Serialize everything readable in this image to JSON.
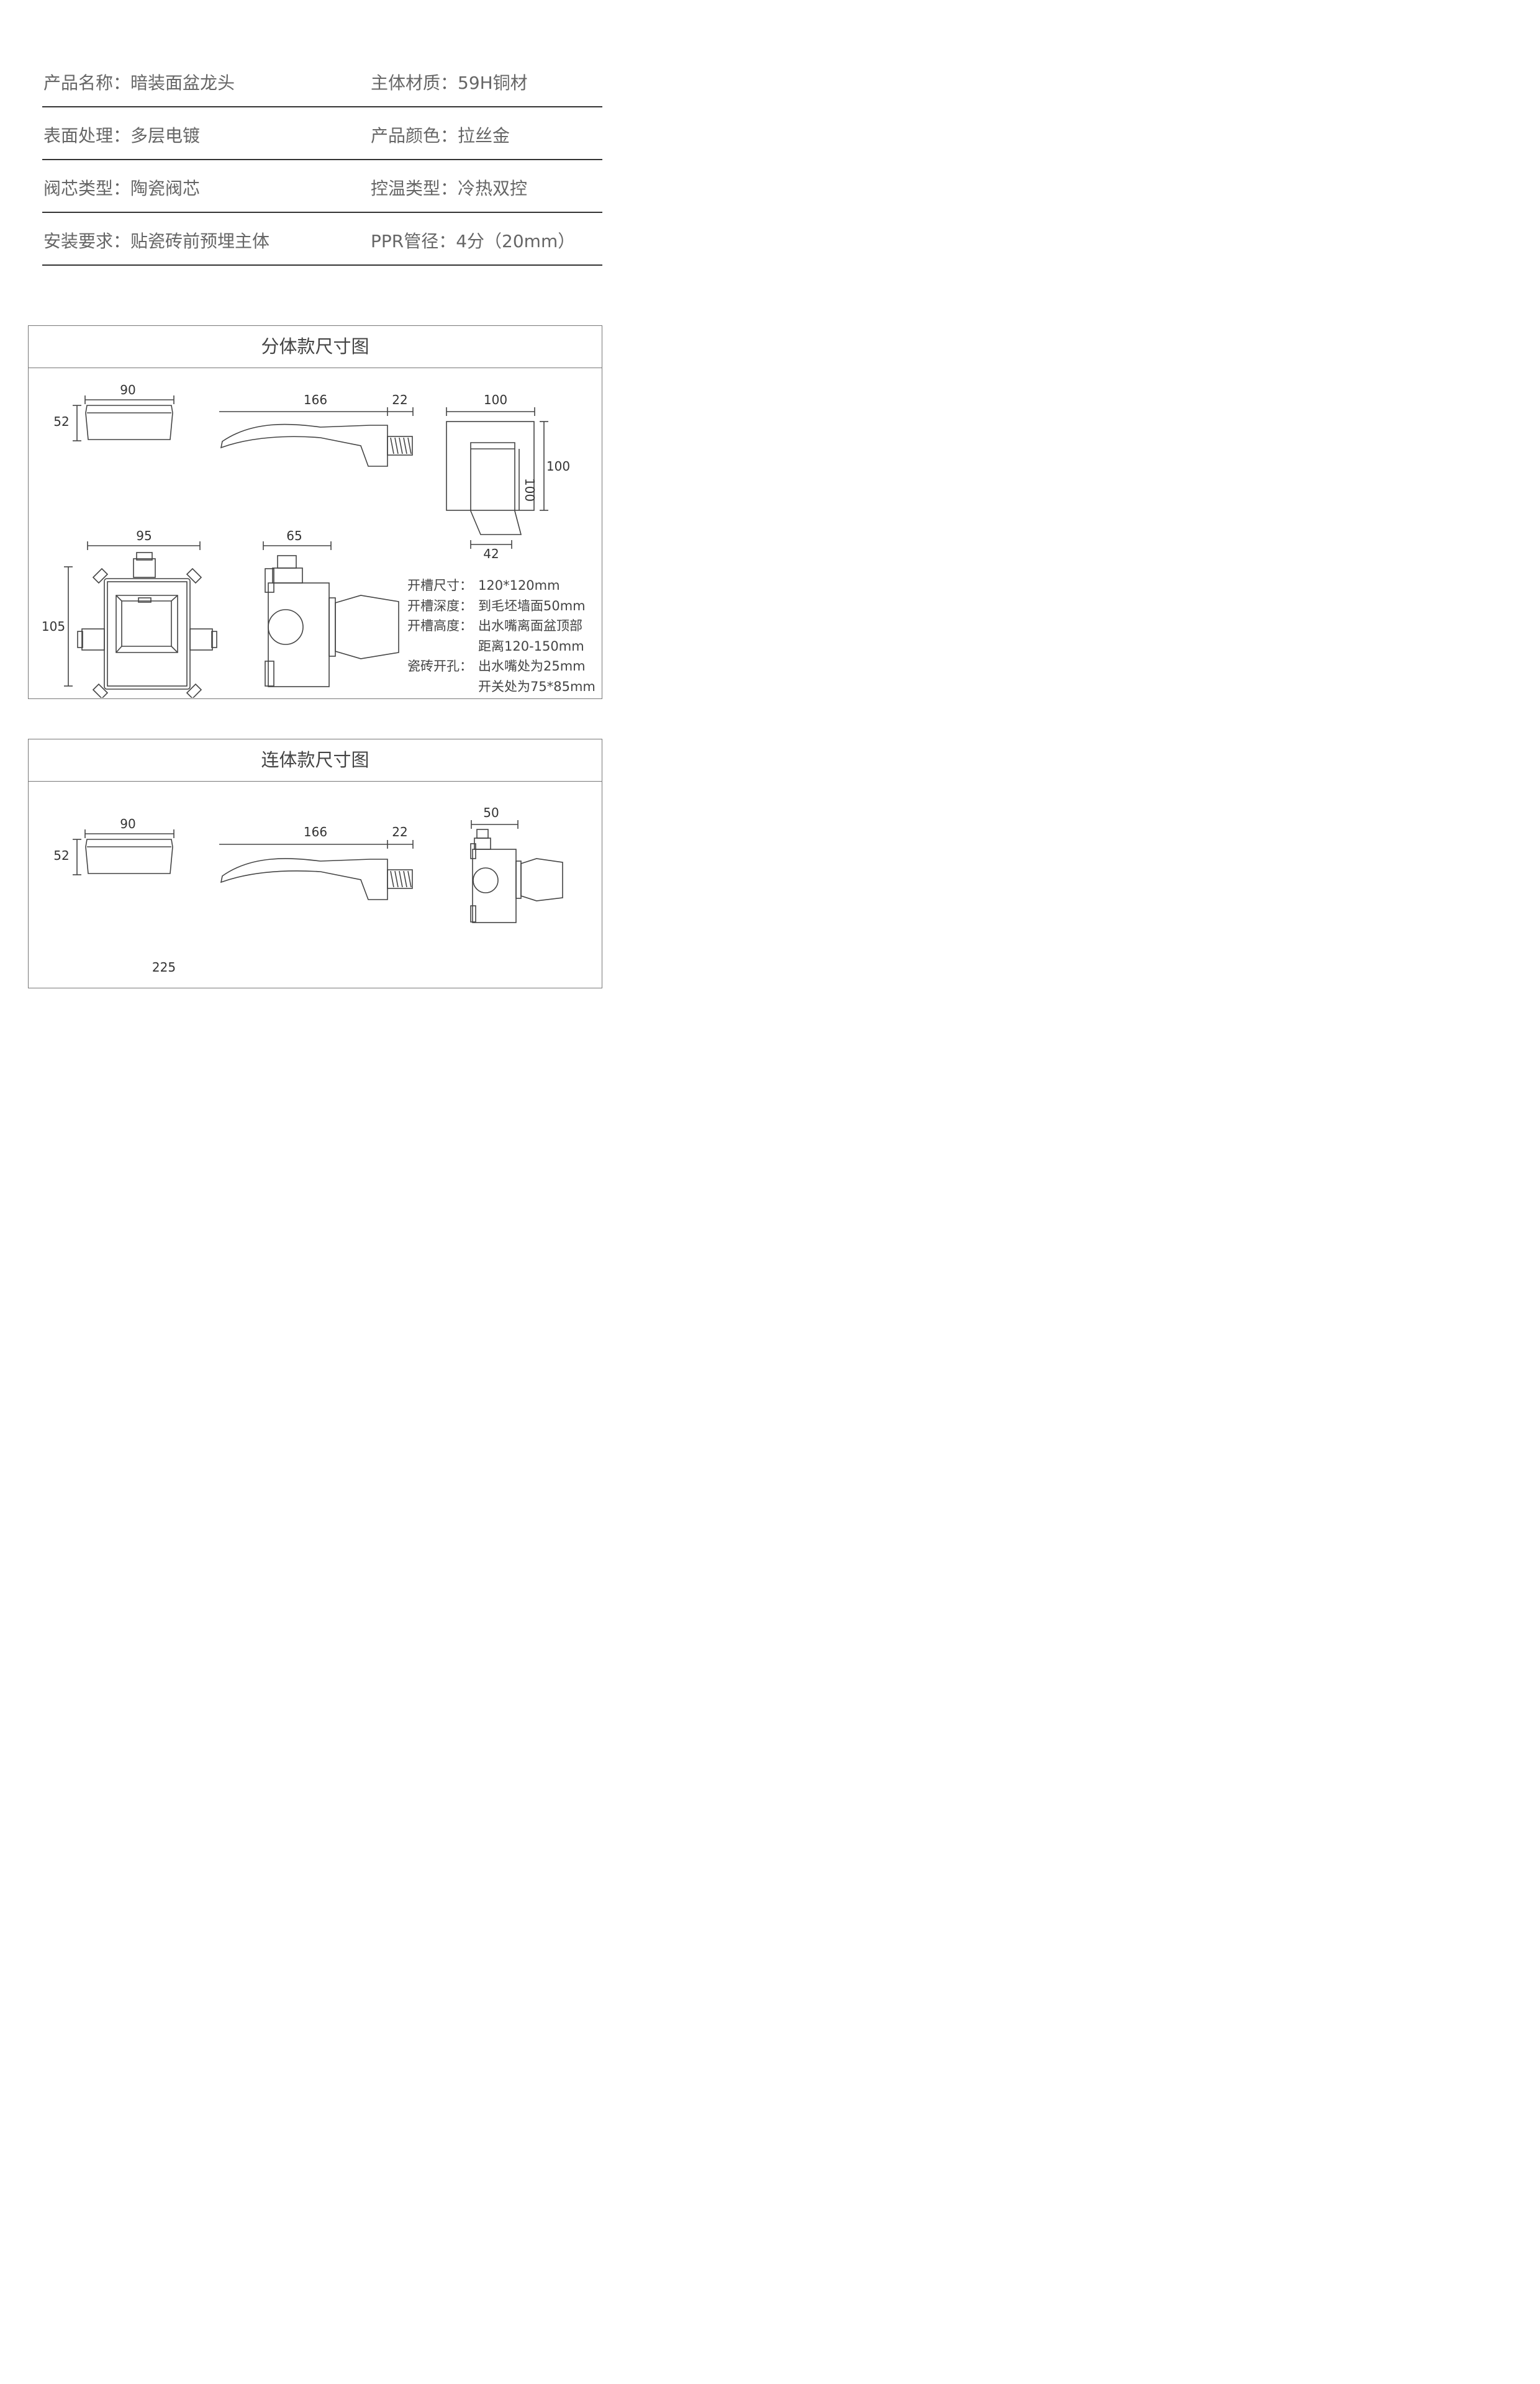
{
  "specs": [
    {
      "left": "产品名称：暗装面盆龙头",
      "right": "主体材质：59H铜材"
    },
    {
      "left": "表面处理：多层电镀",
      "right": "产品颜色：拉丝金"
    },
    {
      "left": "阀芯类型：陶瓷阀芯",
      "right": "控温类型：冷热双控"
    },
    {
      "left": "安装要求：贴瓷砖前预埋主体",
      "right": "PPR管径：4分（20mm）"
    }
  ],
  "panel1": {
    "title": "分体款尺寸图",
    "dims": {
      "handle_w": "90",
      "handle_h": "52",
      "spout_len": "166",
      "spout_thread": "22",
      "plate_w": "100",
      "plate_h": "100",
      "plate_inner": "100",
      "plate_depth": "42",
      "box_w": "95",
      "box_h": "105",
      "side_w": "65"
    },
    "notes": [
      {
        "k": "开槽尺寸：",
        "v": "120*120mm"
      },
      {
        "k": "开槽深度：",
        "v": "到毛坯墙面50mm"
      },
      {
        "k": "开槽高度：",
        "v": "出水嘴离面盆顶部"
      },
      {
        "k": "",
        "v": "距离120-150mm"
      },
      {
        "k": "瓷砖开孔：",
        "v": "出水嘴处为25mm"
      },
      {
        "k": "",
        "v": "开关处为75*85mm"
      }
    ]
  },
  "panel2": {
    "title": "连体款尺寸图",
    "dims": {
      "handle_w": "90",
      "handle_h": "52",
      "spout_len": "166",
      "spout_thread": "22",
      "valve_w": "50",
      "bottom_w": "225"
    }
  }
}
